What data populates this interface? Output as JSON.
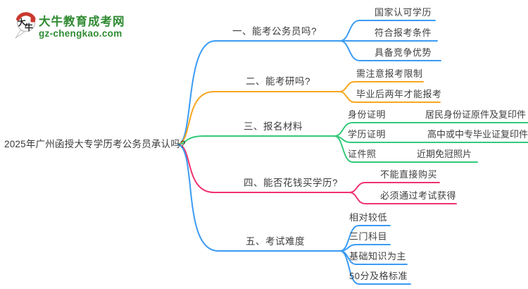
{
  "logo": {
    "icon_text_top": "大",
    "icon_text_bottom": "牛",
    "site_name": "大牛教育成考网",
    "site_url": "gz-chengkao.com"
  },
  "root": {
    "title": "2025年广州函授大专学历考公务员承认吗?"
  },
  "branches": [
    {
      "label": "一、能考公务员吗?",
      "color": "#3B9BF3",
      "children": [
        {
          "label": "国家认可学历"
        },
        {
          "label": "符合报考条件"
        },
        {
          "label": "具备竞争优势"
        }
      ]
    },
    {
      "label": "二、能考研吗?",
      "color": "#F6A71F",
      "children": [
        {
          "label": "需注意报考限制"
        },
        {
          "label": "毕业后两年才能报考"
        }
      ]
    },
    {
      "label": "三、报名材料",
      "color": "#33C97A",
      "children": [
        {
          "label": "身份证明",
          "detail": "居民身份证原件及复印件"
        },
        {
          "label": "学历证明",
          "detail": "高中或中专毕业证复印件"
        },
        {
          "label": "证件照",
          "detail": "近期免冠照片"
        }
      ]
    },
    {
      "label": "四、能否花钱买学历?",
      "color": "#F1326F",
      "children": [
        {
          "label": "不能直接购买"
        },
        {
          "label": "必须通过考试获得"
        }
      ]
    },
    {
      "label": "五、考试难度",
      "color": "#3B9BF3",
      "children": [
        {
          "label": "相对较低"
        },
        {
          "label": "三门科目"
        },
        {
          "label": "基础知识为主"
        },
        {
          "label": "50分及格标准"
        }
      ]
    }
  ],
  "colors": {
    "blue": "#3B9BF3",
    "orange": "#F6A71F",
    "green": "#33C97A",
    "pink": "#F1326F",
    "text": "#3F3F3F",
    "logo_green": "#2F8A32",
    "logo_red": "#C9382E"
  }
}
